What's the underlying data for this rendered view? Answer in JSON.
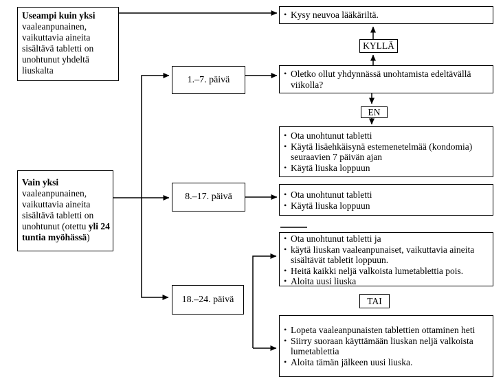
{
  "title_boxes": {
    "more_than_one": {
      "title": "Useampi kuin yksi",
      "body": "vaaleanpunainen,\nvaikuttavia aineita\nsisältävä tabletti on\nunohtunut yhdeltä\nliuskalta"
    },
    "only_one": {
      "title": "Vain yksi",
      "body_prefix": "vaaleanpunainen,\nvaikuttavia aineita\nsisältävä tabletti on\nunohtunut (otettu ",
      "body_bold": "yli 24\ntuntia myöhässä",
      "body_suffix": ")"
    }
  },
  "day_boxes": {
    "d1_7": "1.–7. päivä",
    "d8_17": "8.–17. päivä",
    "d18_24": "18.–24. päivä"
  },
  "labels": {
    "yes": "KYLLÄ",
    "no": "EN",
    "or": "TAI"
  },
  "action_boxes": {
    "ask_doctor": {
      "items": [
        "Kysy neuvoa lääkäriltä."
      ]
    },
    "intercourse_question": {
      "items": [
        "Oletko ollut yhdynnässä unohtamista edeltävällä\nviikolla?"
      ]
    },
    "day1_7_actions": {
      "items": [
        "Ota unohtunut tabletti",
        "Käytä lisäehkäisynä estemenetelmää (kondomia)\nseuraavien 7 päivän ajan",
        "Käytä liuska loppuun"
      ]
    },
    "day8_17_actions": {
      "items": [
        "Ota unohtunut tabletti",
        "Käytä liuska loppuun"
      ]
    },
    "day18_24_option1": {
      "items": [
        "Ota unohtunut tabletti ja",
        "käytä liuskan vaaleanpunaiset, vaikuttavia aineita\nsisältävät tabletit loppuun.",
        "Heitä kaikki neljä valkoista lumetablettia pois.",
        "Aloita uusi liuska"
      ]
    },
    "day18_24_option2": {
      "items": [
        "Lopeta vaaleanpunaisten tablettien ottaminen heti",
        "Siirry suoraan käyttämään liuskan neljä valkoista\nlumetablettia",
        "Aloita tämän jälkeen uusi liuska."
      ]
    }
  },
  "colors": {
    "line": "#000000",
    "background": "#ffffff",
    "text": "#000000"
  }
}
